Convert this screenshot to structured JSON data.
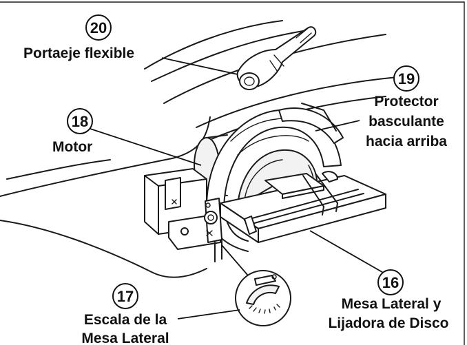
{
  "callouts": [
    {
      "number": "20",
      "label_lines": [
        "Portaeje flexible"
      ]
    },
    {
      "number": "19",
      "label_lines": [
        "Protector",
        "basculante",
        "hacia arriba"
      ]
    },
    {
      "number": "18",
      "label_lines": [
        "Motor"
      ]
    },
    {
      "number": "17",
      "label_lines": [
        "Escala de la",
        "Mesa Lateral"
      ]
    },
    {
      "number": "16",
      "label_lines": [
        "Mesa Lateral y",
        "Lijadora de Disco"
      ]
    }
  ]
}
